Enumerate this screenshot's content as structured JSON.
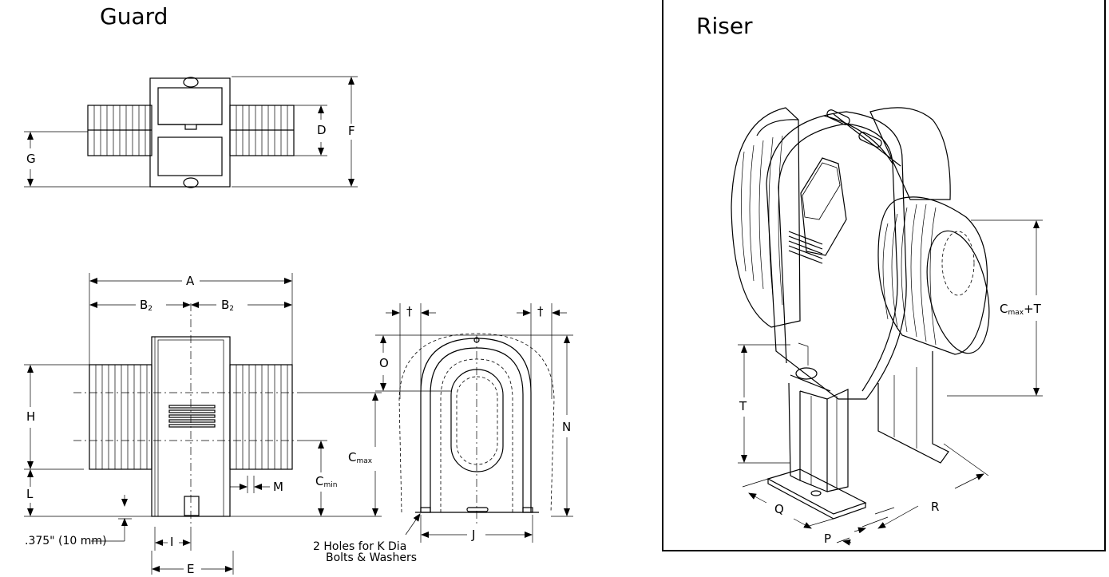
{
  "titles": {
    "guard": "Guard",
    "riser": "Riser"
  },
  "dimensions": {
    "A": "A",
    "B2": "B",
    "B2_sub": "2",
    "C": "C",
    "Cmax_sub": "max",
    "Cmin_sub": "min",
    "D": "D",
    "E": "E",
    "F": "F",
    "G": "G",
    "H": "H",
    "I": "I",
    "J": "J",
    "L": "L",
    "M": "M",
    "N": "N",
    "O": "O",
    "P": "P",
    "Q": "Q",
    "R": "R",
    "T": "T",
    "CmaxT_suffix": "+T",
    "dagger": "†"
  },
  "notes": {
    "bolt_offset": ".375\" (10 mm)",
    "holes_line1": "2 Holes for K Dia",
    "holes_line2": "Bolts & Washers"
  }
}
